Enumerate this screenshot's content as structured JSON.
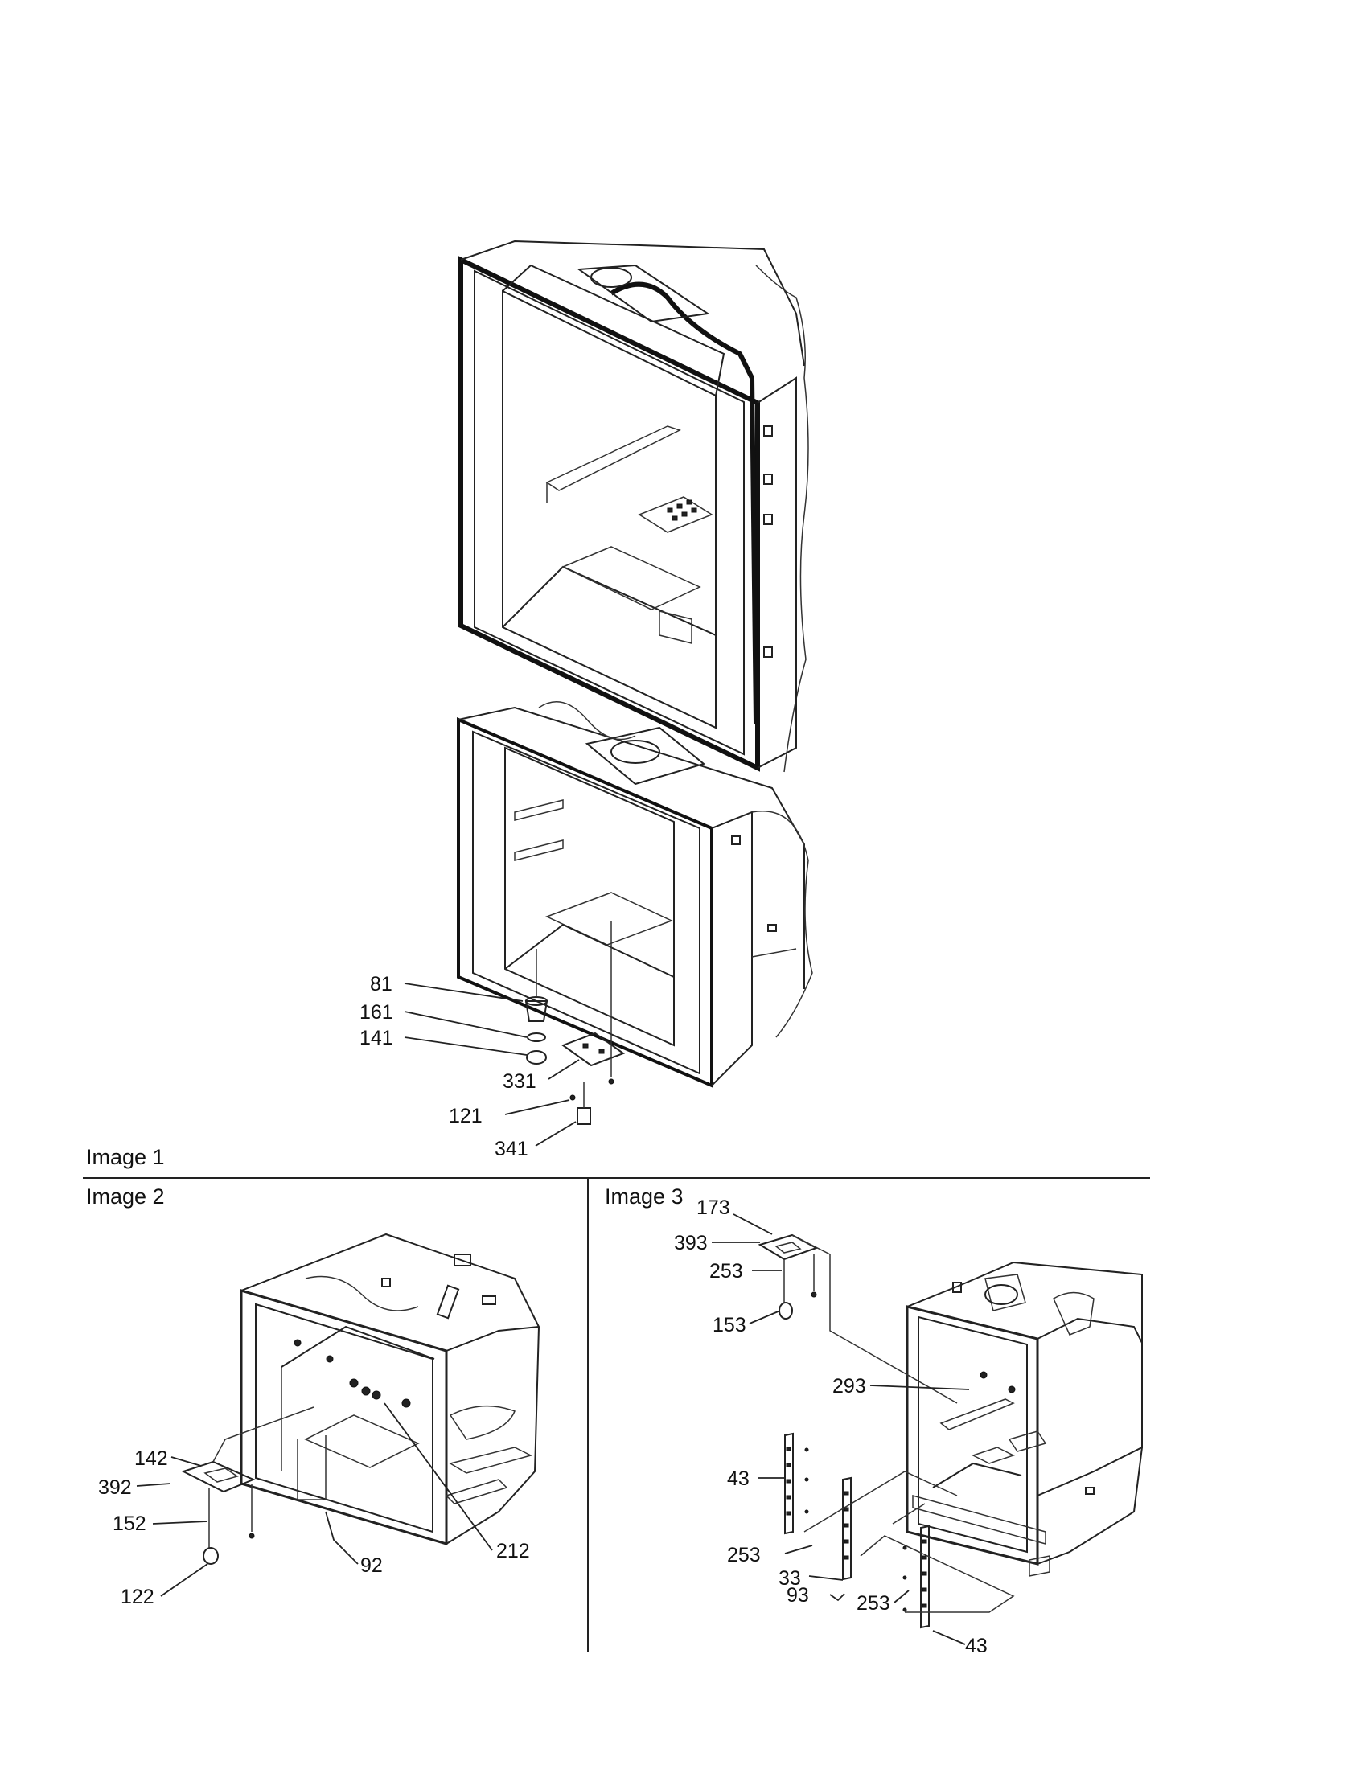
{
  "image1": {
    "title": "Image 1",
    "callouts": [
      "81",
      "161",
      "141",
      "331",
      "121",
      "341"
    ]
  },
  "image2": {
    "title": "Image 2",
    "callouts": [
      "142",
      "392",
      "152",
      "122",
      "212",
      "92"
    ]
  },
  "image3": {
    "title": "Image 3",
    "callouts": [
      "173",
      "393",
      "253",
      "153",
      "293",
      "43",
      "253",
      "33",
      "93",
      "253",
      "43"
    ]
  }
}
